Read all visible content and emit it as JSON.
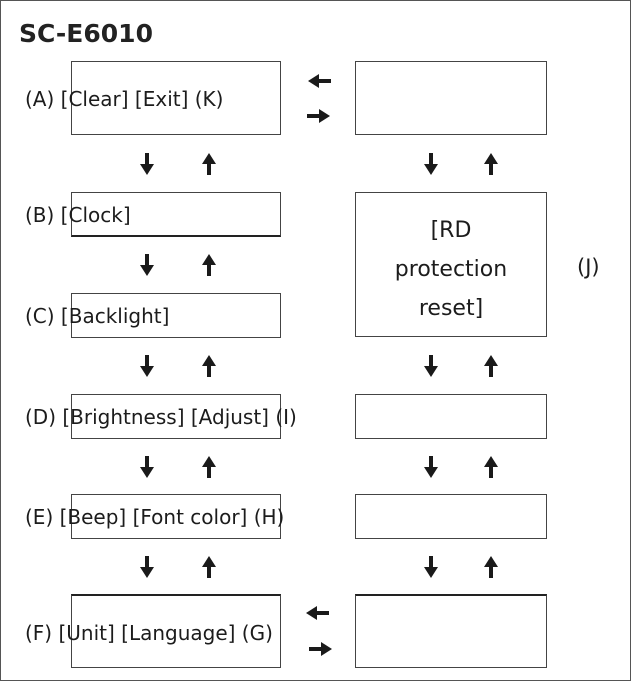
{
  "title": "SC-E6010",
  "left_column": [
    {
      "id": "A",
      "text": "(A) [Clear] [Exit] (K)"
    },
    {
      "id": "B",
      "text": "(B) [Clock]"
    },
    {
      "id": "C",
      "text": "(C) [Backlight]"
    },
    {
      "id": "D",
      "text": "(D) [Brightness] [Adjust] (I)"
    },
    {
      "id": "E",
      "text": "(E) [Beep] [Font color] (H)"
    },
    {
      "id": "F",
      "text": "(F) [Unit] [Language] (G)"
    }
  ],
  "right_column": {
    "J": {
      "lines": [
        "[RD",
        "protection",
        "reset]"
      ],
      "label": "(J)"
    }
  },
  "colors": {
    "arrow": "#1a1a1a",
    "border": "#444444",
    "text": "#1c1c1c"
  },
  "icons": {
    "down": "arrow-down-icon",
    "up": "arrow-up-icon",
    "left": "arrow-left-icon",
    "right": "arrow-right-icon"
  }
}
